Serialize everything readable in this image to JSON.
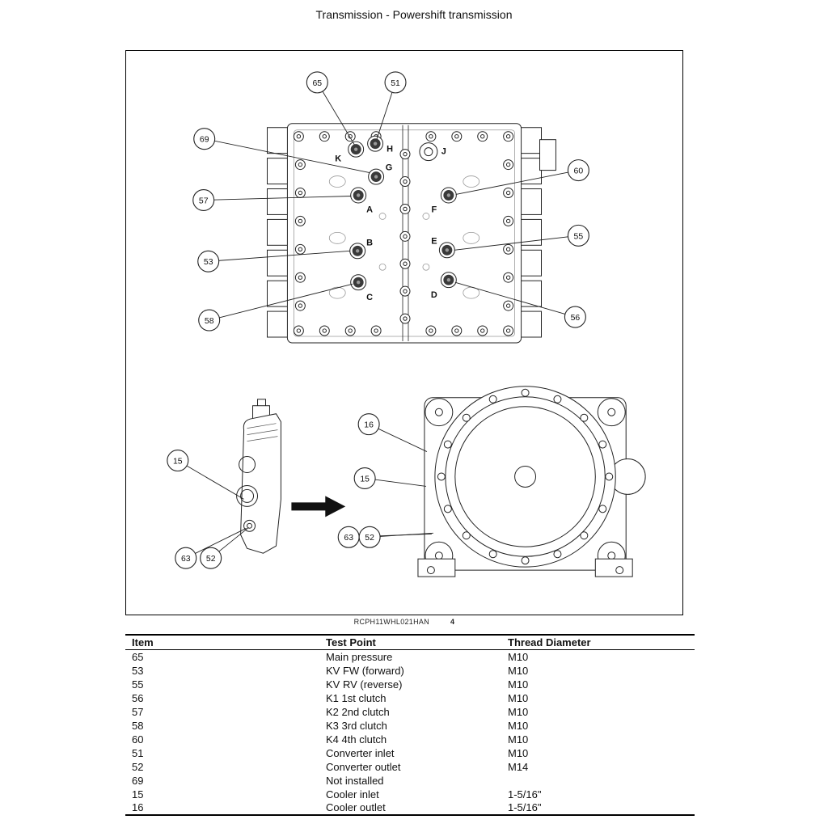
{
  "page": {
    "title": "Transmission - Powershift transmission",
    "figure_ref": "RCPH11WHL021HAN",
    "figure_number": "4"
  },
  "diagram": {
    "valve_body": {
      "letters": [
        "K",
        "H",
        "J",
        "G",
        "A",
        "F",
        "B",
        "E",
        "C",
        "D"
      ],
      "callouts": [
        "65",
        "51",
        "69",
        "57",
        "60",
        "53",
        "55",
        "58",
        "56"
      ]
    },
    "side_view": {
      "callouts": [
        "15",
        "63",
        "52"
      ]
    },
    "housing": {
      "callouts": [
        "16",
        "15",
        "63",
        "52"
      ]
    }
  },
  "table": {
    "headers": [
      "Item",
      "Test Point",
      "Thread Diameter"
    ],
    "rows": [
      [
        "65",
        "Main pressure",
        "M10"
      ],
      [
        "53",
        "KV FW (forward)",
        "M10"
      ],
      [
        "55",
        "KV RV (reverse)",
        "M10"
      ],
      [
        "56",
        "K1 1st clutch",
        "M10"
      ],
      [
        "57",
        "K2 2nd clutch",
        "M10"
      ],
      [
        "58",
        "K3 3rd clutch",
        "M10"
      ],
      [
        "60",
        "K4 4th clutch",
        "M10"
      ],
      [
        "51",
        "Converter inlet",
        "M10"
      ],
      [
        "52",
        "Converter outlet",
        "M14"
      ],
      [
        "69",
        "Not installed",
        ""
      ],
      [
        "15",
        "Cooler inlet",
        "1-5/16\""
      ],
      [
        "16",
        "Cooler outlet",
        "1-5/16\""
      ]
    ]
  }
}
